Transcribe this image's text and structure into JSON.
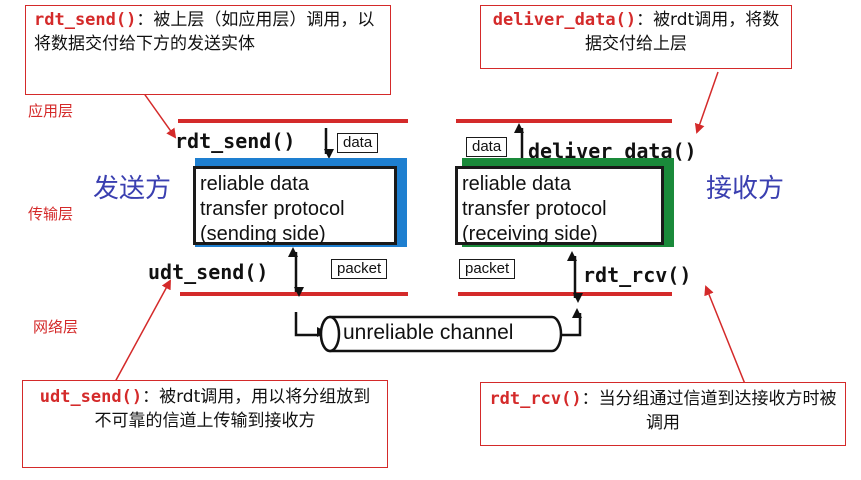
{
  "callouts": {
    "rdt_send": {
      "fn": "rdt_send()",
      "colon": "：",
      "text": "被上层（如应用层）调用，以将数据交付给下方的发送实体"
    },
    "deliver_data": {
      "fn": "deliver_data()",
      "colon": "：",
      "text": "被rdt调用，将数据交付给上层"
    },
    "udt_send": {
      "fn": "udt_send()",
      "colon": "：",
      "text": "被rdt调用，用以将分组放到不可靠的信道上传输到接收方"
    },
    "rdt_rcv": {
      "fn": "rdt_rcv()",
      "colon": "：",
      "text": "当分组通过信道到达接收方时被调用"
    }
  },
  "layers": {
    "application": "应用层",
    "transport": "传输层",
    "network": "网络层"
  },
  "sender": {
    "side_label": "发送方",
    "rdt_send": "rdt_send()",
    "data_tag": "data",
    "protocol_lines": [
      "reliable data",
      "transfer protocol",
      "(sending side)"
    ],
    "udt_send": "udt_send()",
    "packet_tag": "packet"
  },
  "receiver": {
    "side_label": "接收方",
    "deliver_data": "deliver_data()",
    "data_tag": "data",
    "protocol_lines": [
      "reliable data",
      "transfer protocol",
      "(receiving side)"
    ],
    "rdt_rcv": "rdt_rcv()",
    "packet_tag": "packet"
  },
  "channel": {
    "label": "unreliable channel"
  },
  "colors": {
    "accent": "#d42a2a",
    "sender_shadow": "#1e7fd0",
    "receiver_shadow": "#1a8a3a",
    "side_label": "#3a3fb0"
  }
}
